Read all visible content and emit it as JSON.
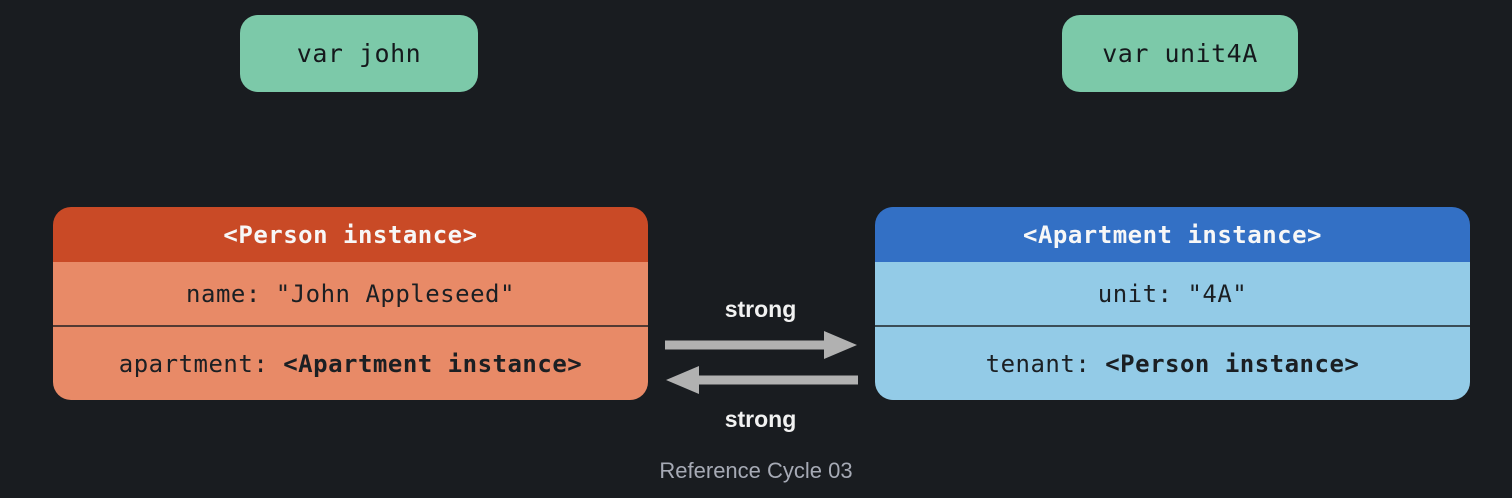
{
  "canvas": {
    "background_color": "#191c20",
    "caption": "Reference Cycle 03"
  },
  "variables": [
    {
      "label": "var john",
      "color": "#7cc9a9"
    },
    {
      "label": "var unit4A",
      "color": "#7cc9a9"
    }
  ],
  "person": {
    "title": "<Person instance>",
    "header_color": "#c94a26",
    "body_color": "#e88a67",
    "rows": [
      {
        "plain": "name: \"John Appleseed\"",
        "bold": ""
      },
      {
        "plain": "apartment: ",
        "bold": "<Apartment instance>"
      }
    ]
  },
  "apartment": {
    "title": "<Apartment instance>",
    "header_color": "#3370c5",
    "body_color": "#93cbe7",
    "rows": [
      {
        "plain": "unit: \"4A\"",
        "bold": ""
      },
      {
        "plain": "tenant: ",
        "bold": "<Person instance>"
      }
    ]
  },
  "references": {
    "forward_label": "strong",
    "backward_label": "strong",
    "arrow_color": "#b1b1b1"
  }
}
